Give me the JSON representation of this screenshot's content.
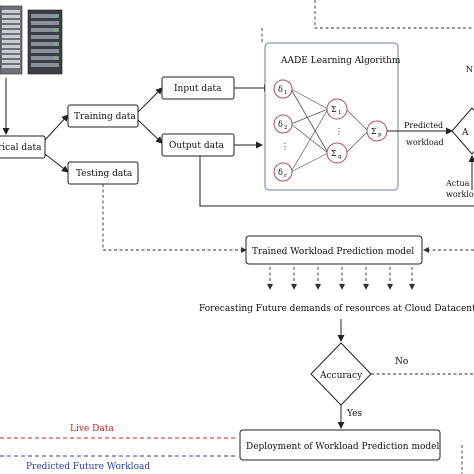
{
  "labels": {
    "historical_data": "rical data",
    "training_data": "Training data",
    "testing_data": "Testing data",
    "input_data": "Input data",
    "output_data": "Output data",
    "algorithm_title": "AADE Learning Algorithm",
    "delta_1": "δ",
    "delta_1_sub": "1",
    "delta_2": "δ",
    "delta_2_sub": "2",
    "delta_r": "δ",
    "delta_r_sub": "r",
    "sigma_1": "Σ",
    "sigma_1_sub": "1",
    "sigma_q": "Σ",
    "sigma_q_sub": "q",
    "sigma_p": "Σ",
    "sigma_p_sub": "p",
    "predicted_workload_1": "Predicted",
    "predicted_workload_2": "workload",
    "actual_workload_1": "Actua",
    "actual_workload_2": "worklo",
    "right_diamond_label": "A",
    "right_cut_label": "N",
    "trained_model": "Trained Workload Prediction model",
    "forecasting": "Forecasting Future demands of resources at Cloud Datacente",
    "accuracy": "Accuracy",
    "no": "No",
    "yes": "Yes",
    "deployment": "Deployment of Workload Prediction model",
    "live_data": "Live Data",
    "predicted_future_workload": "Predicted Future Workload"
  },
  "colors": {
    "live_data": "#cc2222",
    "predicted_future": "#2a3f9e",
    "neuron_outline": "#b24a6b"
  },
  "icons": {
    "server_racks": "server-rack-icon"
  }
}
